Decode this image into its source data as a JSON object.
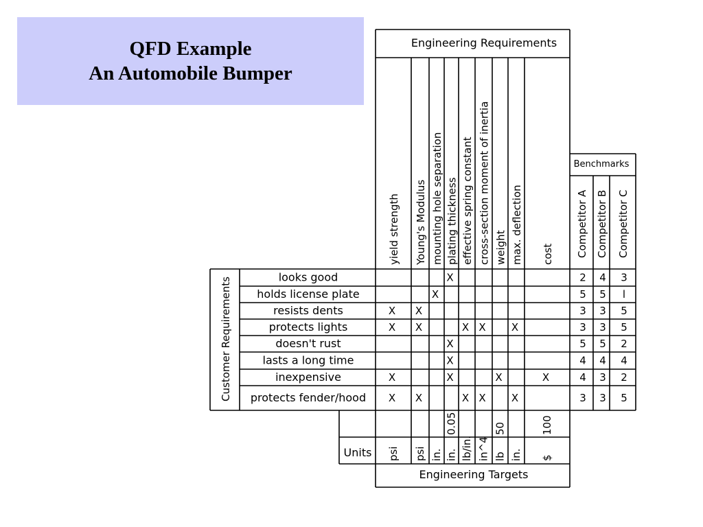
{
  "title": {
    "line1": "QFD Example",
    "line2": "An Automobile Bumper"
  },
  "headers": {
    "engineering_requirements": "Engineering Requirements",
    "benchmarks": "Benchmarks",
    "customer_requirements": "Customer Requirements",
    "units": "Units",
    "engineering_targets": "Engineering Targets"
  },
  "engineering_requirements": [
    "yield strength",
    "Young's Modulus",
    "mounting hole separation",
    "plating thickness",
    "effective spring constant",
    "cross-section moment of inertia",
    "weight",
    "max. deflection",
    "cost"
  ],
  "competitors": [
    "Competitor A",
    "Competitor B",
    "Competitor C"
  ],
  "customer_requirements": [
    {
      "label": "looks good",
      "marks": [
        3
      ],
      "bench": [
        "2",
        "4",
        "3"
      ]
    },
    {
      "label": "holds license plate",
      "marks": [
        2
      ],
      "bench": [
        "5",
        "5",
        "l"
      ]
    },
    {
      "label": "resists dents",
      "marks": [
        0,
        1
      ],
      "bench": [
        "3",
        "3",
        "5"
      ]
    },
    {
      "label": "protects lights",
      "marks": [
        0,
        1,
        4,
        5,
        7
      ],
      "bench": [
        "3",
        "3",
        "5"
      ]
    },
    {
      "label": "doesn't rust",
      "marks": [
        3
      ],
      "bench": [
        "5",
        "5",
        "2"
      ]
    },
    {
      "label": "lasts a long time",
      "marks": [
        3
      ],
      "bench": [
        "4",
        "4",
        "4"
      ]
    },
    {
      "label": "inexpensive",
      "marks": [
        0,
        3,
        6,
        8
      ],
      "bench": [
        "4",
        "3",
        "2"
      ]
    },
    {
      "label": "protects fender/hood",
      "marks": [
        0,
        1,
        4,
        5,
        7
      ],
      "bench": [
        "3",
        "3",
        "5"
      ]
    }
  ],
  "mark_symbol": "X",
  "targets": [
    "",
    "",
    "",
    "0.05",
    "",
    "",
    "50",
    "",
    "100"
  ],
  "units": [
    "psi",
    "psi",
    "in.",
    "in.",
    "lb/in.",
    "in^4",
    "lb",
    "in.",
    "$"
  ]
}
